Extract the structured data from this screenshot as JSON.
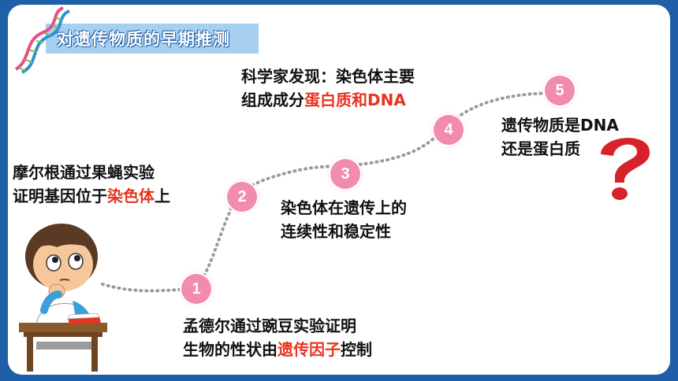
{
  "title": "对遗传物质的早期推测",
  "milestones": [
    {
      "number": "1",
      "line1": "孟德尔通过豌豆实验证明",
      "line2_pre": "生物的性状由",
      "line2_hl": "遗传因子",
      "line2_post": "控制"
    },
    {
      "number": "2",
      "line1": "摩尔根通过果蝇实验",
      "line2_pre": "证明基因位于",
      "line2_hl": "染色体",
      "line2_post": "上"
    },
    {
      "number": "3",
      "line1": "染色体在遗传上的",
      "line2_pre": "连续性和稳定性",
      "line2_hl": "",
      "line2_post": ""
    },
    {
      "number": "4",
      "line1": "科学家发现：染色体主要",
      "line2_pre": "组成成分",
      "line2_hl": "蛋白质和DNA",
      "line2_post": ""
    },
    {
      "number": "5",
      "line1": "遗传物质是DNA",
      "line2_pre": "还是蛋白质",
      "line2_hl": "",
      "line2_post": ""
    }
  ],
  "colors": {
    "frame": "#1f5fa8",
    "title_box": "#a7d0f0",
    "marker": "#f28bb0",
    "highlight": "#e83420",
    "question_mark": "#d8222a"
  }
}
